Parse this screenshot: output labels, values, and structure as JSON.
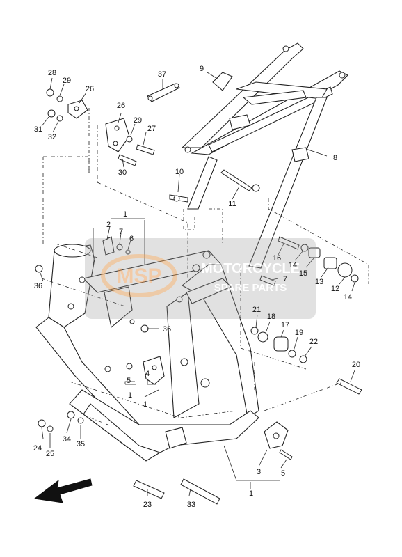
{
  "watermark": {
    "logo_text": "MSP",
    "line1": "MOTORCYCLE",
    "line2": "SPARE PARTS"
  },
  "callouts": [
    {
      "id": "c28",
      "label": "28"
    },
    {
      "id": "c29a",
      "label": "29"
    },
    {
      "id": "c26a",
      "label": "26"
    },
    {
      "id": "c31",
      "label": "31"
    },
    {
      "id": "c32",
      "label": "32"
    },
    {
      "id": "c26b",
      "label": "26"
    },
    {
      "id": "c29b",
      "label": "29"
    },
    {
      "id": "c27",
      "label": "27"
    },
    {
      "id": "c30",
      "label": "30"
    },
    {
      "id": "c37",
      "label": "37"
    },
    {
      "id": "c9",
      "label": "9"
    },
    {
      "id": "c8",
      "label": "8"
    },
    {
      "id": "c10",
      "label": "10"
    },
    {
      "id": "c11",
      "label": "11"
    },
    {
      "id": "c1a",
      "label": "1"
    },
    {
      "id": "c2",
      "label": "2"
    },
    {
      "id": "c7a",
      "label": "7"
    },
    {
      "id": "c6",
      "label": "6"
    },
    {
      "id": "c16",
      "label": "16"
    },
    {
      "id": "c14a",
      "label": "14"
    },
    {
      "id": "c15",
      "label": "15"
    },
    {
      "id": "c7b",
      "label": "7"
    },
    {
      "id": "c13",
      "label": "13"
    },
    {
      "id": "c12",
      "label": "12"
    },
    {
      "id": "c14b",
      "label": "14"
    },
    {
      "id": "c36a",
      "label": "36"
    },
    {
      "id": "c21",
      "label": "21"
    },
    {
      "id": "c18",
      "label": "18"
    },
    {
      "id": "c17",
      "label": "17"
    },
    {
      "id": "c19",
      "label": "19"
    },
    {
      "id": "c22",
      "label": "22"
    },
    {
      "id": "c36b",
      "label": "36"
    },
    {
      "id": "c20",
      "label": "20"
    },
    {
      "id": "c5a",
      "label": "5"
    },
    {
      "id": "c4",
      "label": "4"
    },
    {
      "id": "c1b",
      "label": "1"
    },
    {
      "id": "c1c",
      "label": "1"
    },
    {
      "id": "c24",
      "label": "24"
    },
    {
      "id": "c25",
      "label": "25"
    },
    {
      "id": "c34",
      "label": "34"
    },
    {
      "id": "c35",
      "label": "35"
    },
    {
      "id": "c3",
      "label": "3"
    },
    {
      "id": "c5b",
      "label": "5"
    },
    {
      "id": "c1d",
      "label": "1"
    },
    {
      "id": "c23",
      "label": "23"
    },
    {
      "id": "c33",
      "label": "33"
    }
  ]
}
